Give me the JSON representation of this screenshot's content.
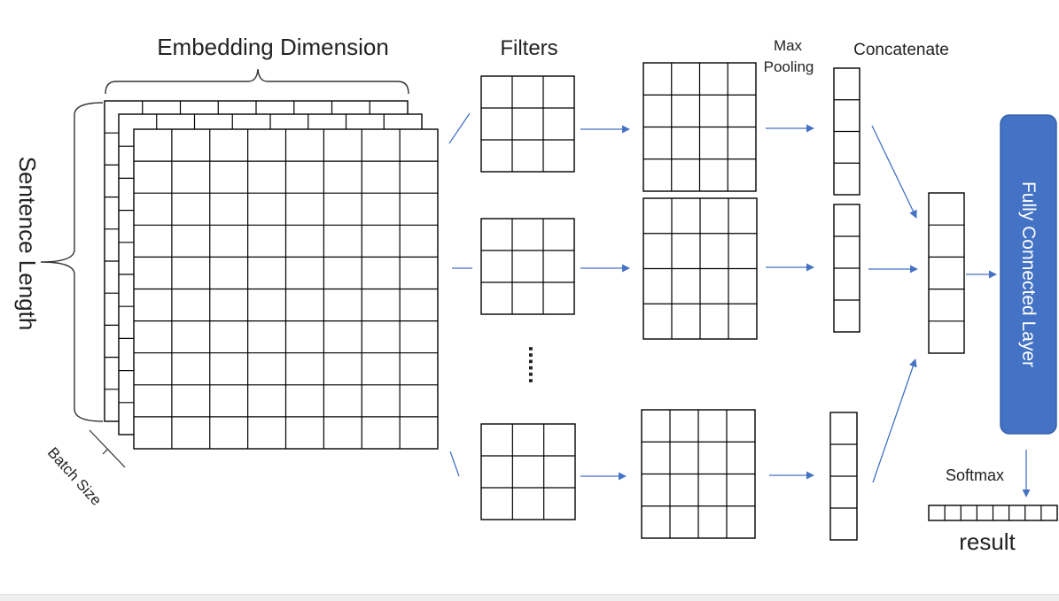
{
  "labels": {
    "embedding_dimension": "Embedding Dimension",
    "sentence_length": "Sentence Length",
    "batch_size": "Batch Size",
    "filters": "Filters",
    "ellipsis": "......",
    "max": "Max",
    "pooling": "Pooling",
    "concatenate": "Concatenate",
    "fully_connected_layer": "Fully Connected Layer",
    "softmax": "Softmax",
    "result": "result"
  },
  "colors": {
    "arrow": "#4472c4",
    "fc_layer_fill": "#4472c4",
    "fc_layer_text": "#ffffff",
    "grid_stroke": "#000000",
    "label_text": "#222222"
  },
  "structure": {
    "embedding_rows": 10,
    "embedding_cols": 8,
    "filter_size": "3x3",
    "feature_map_size": "4x4",
    "branches_shown": 3,
    "pooled_vector_cells": 4,
    "concatenated_vector_cells": 5,
    "result_vector_cells": 8
  }
}
